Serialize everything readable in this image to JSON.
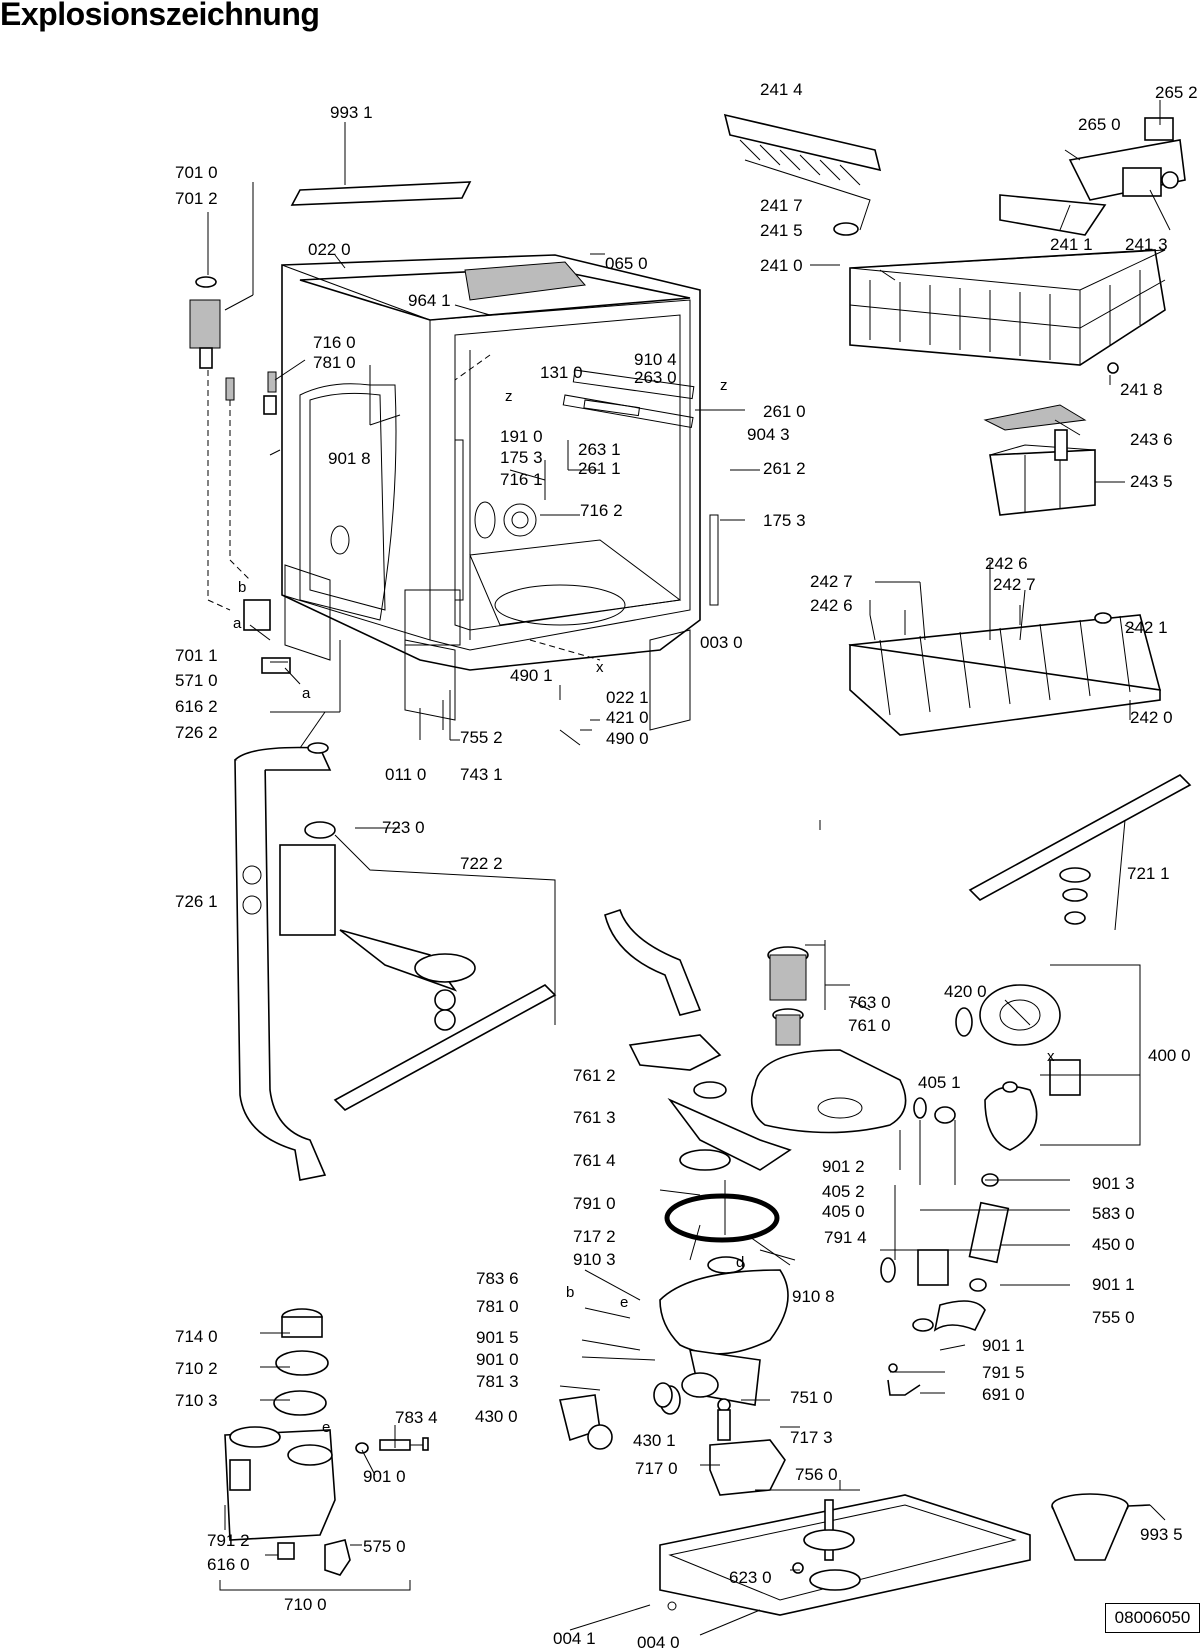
{
  "title": "Explosionszeichnung",
  "document_number": "08006050",
  "callouts": [
    {
      "id": "993_1",
      "text": "993 1"
    },
    {
      "id": "701_0",
      "text": "701 0"
    },
    {
      "id": "701_2",
      "text": "701 2"
    },
    {
      "id": "022_0",
      "text": "022 0"
    },
    {
      "id": "065_0",
      "text": "065 0"
    },
    {
      "id": "964_1",
      "text": "964 1"
    },
    {
      "id": "716_0",
      "text": "716 0"
    },
    {
      "id": "781_0a",
      "text": "781 0"
    },
    {
      "id": "131_0",
      "text": "131 0"
    },
    {
      "id": "910_4",
      "text": "910 4"
    },
    {
      "id": "263_0",
      "text": "263 0"
    },
    {
      "id": "261_0",
      "text": "261 0"
    },
    {
      "id": "904_3",
      "text": "904 3"
    },
    {
      "id": "901_8",
      "text": "901 8"
    },
    {
      "id": "191_0",
      "text": "191 0"
    },
    {
      "id": "175_3a",
      "text": "175 3"
    },
    {
      "id": "263_1",
      "text": "263 1"
    },
    {
      "id": "261_1",
      "text": "261 1"
    },
    {
      "id": "261_2",
      "text": "261 2"
    },
    {
      "id": "716_1",
      "text": "716 1"
    },
    {
      "id": "716_2",
      "text": "716 2"
    },
    {
      "id": "175_3b",
      "text": "175 3"
    },
    {
      "id": "003_0",
      "text": "003 0"
    },
    {
      "id": "701_1",
      "text": "701 1"
    },
    {
      "id": "571_0",
      "text": "571 0"
    },
    {
      "id": "616_2",
      "text": "616 2"
    },
    {
      "id": "490_1",
      "text": "490 1"
    },
    {
      "id": "022_1",
      "text": "022 1"
    },
    {
      "id": "421_0",
      "text": "421 0"
    },
    {
      "id": "490_0",
      "text": "490 0"
    },
    {
      "id": "726_2",
      "text": "726 2"
    },
    {
      "id": "755_2",
      "text": "755 2"
    },
    {
      "id": "011_0",
      "text": "011 0"
    },
    {
      "id": "743_1",
      "text": "743 1"
    },
    {
      "id": "723_0",
      "text": "723 0"
    },
    {
      "id": "722_2",
      "text": "722 2"
    },
    {
      "id": "726_1",
      "text": "726 1"
    },
    {
      "id": "241_4",
      "text": "241 4"
    },
    {
      "id": "265_2",
      "text": "265 2"
    },
    {
      "id": "265_0",
      "text": "265 0"
    },
    {
      "id": "241_7",
      "text": "241 7"
    },
    {
      "id": "241_5",
      "text": "241 5"
    },
    {
      "id": "241_1",
      "text": "241 1"
    },
    {
      "id": "241_3",
      "text": "241 3"
    },
    {
      "id": "241_0",
      "text": "241 0"
    },
    {
      "id": "241_8",
      "text": "241 8"
    },
    {
      "id": "243_6",
      "text": "243 6"
    },
    {
      "id": "243_5",
      "text": "243 5"
    },
    {
      "id": "242_6a",
      "text": "242 6"
    },
    {
      "id": "242_7a",
      "text": "242 7"
    },
    {
      "id": "242_7b",
      "text": "242 7"
    },
    {
      "id": "242_6b",
      "text": "242 6"
    },
    {
      "id": "242_1",
      "text": "242 1"
    },
    {
      "id": "242_0",
      "text": "242 0"
    },
    {
      "id": "721_1",
      "text": "721 1"
    },
    {
      "id": "763_0",
      "text": "763 0"
    },
    {
      "id": "761_0",
      "text": "761 0"
    },
    {
      "id": "420_0",
      "text": "420 0"
    },
    {
      "id": "400_0",
      "text": "400 0"
    },
    {
      "id": "761_2",
      "text": "761 2"
    },
    {
      "id": "405_1",
      "text": "405 1"
    },
    {
      "id": "761_3",
      "text": "761 3"
    },
    {
      "id": "761_4",
      "text": "761 4"
    },
    {
      "id": "901_2",
      "text": "901 2"
    },
    {
      "id": "405_2",
      "text": "405 2"
    },
    {
      "id": "405_0",
      "text": "405 0"
    },
    {
      "id": "901_3",
      "text": "901 3"
    },
    {
      "id": "583_0",
      "text": "583 0"
    },
    {
      "id": "791_0",
      "text": "791 0"
    },
    {
      "id": "791_4",
      "text": "791 4"
    },
    {
      "id": "450_0",
      "text": "450 0"
    },
    {
      "id": "717_2",
      "text": "717 2"
    },
    {
      "id": "910_3",
      "text": "910 3"
    },
    {
      "id": "910_8",
      "text": "910 8"
    },
    {
      "id": "901_1a",
      "text": "901 1"
    },
    {
      "id": "783_6",
      "text": "783 6"
    },
    {
      "id": "781_0b",
      "text": "781 0"
    },
    {
      "id": "755_0",
      "text": "755 0"
    },
    {
      "id": "901_5",
      "text": "901 5"
    },
    {
      "id": "901_1b",
      "text": "901 1"
    },
    {
      "id": "901_0a",
      "text": "901 0"
    },
    {
      "id": "781_3",
      "text": "781 3"
    },
    {
      "id": "791_5",
      "text": "791 5"
    },
    {
      "id": "751_0",
      "text": "751 0"
    },
    {
      "id": "691_0",
      "text": "691 0"
    },
    {
      "id": "714_0",
      "text": "714 0"
    },
    {
      "id": "710_2",
      "text": "710 2"
    },
    {
      "id": "710_3",
      "text": "710 3"
    },
    {
      "id": "783_4",
      "text": "783 4"
    },
    {
      "id": "430_0",
      "text": "430 0"
    },
    {
      "id": "430_1",
      "text": "430 1"
    },
    {
      "id": "717_3",
      "text": "717 3"
    },
    {
      "id": "717_0",
      "text": "717 0"
    },
    {
      "id": "901_0b",
      "text": "901 0"
    },
    {
      "id": "756_0",
      "text": "756 0"
    },
    {
      "id": "791_2",
      "text": "791 2"
    },
    {
      "id": "575_0",
      "text": "575 0"
    },
    {
      "id": "616_0",
      "text": "616 0"
    },
    {
      "id": "623_0",
      "text": "623 0"
    },
    {
      "id": "993_5",
      "text": "993 5"
    },
    {
      "id": "710_0",
      "text": "710 0"
    },
    {
      "id": "004_1",
      "text": "004 1"
    },
    {
      "id": "004_0",
      "text": "004 0"
    }
  ],
  "letter_markers": [
    "z",
    "z",
    "x",
    "x",
    "a",
    "a",
    "b",
    "b",
    "d",
    "e",
    "e"
  ]
}
